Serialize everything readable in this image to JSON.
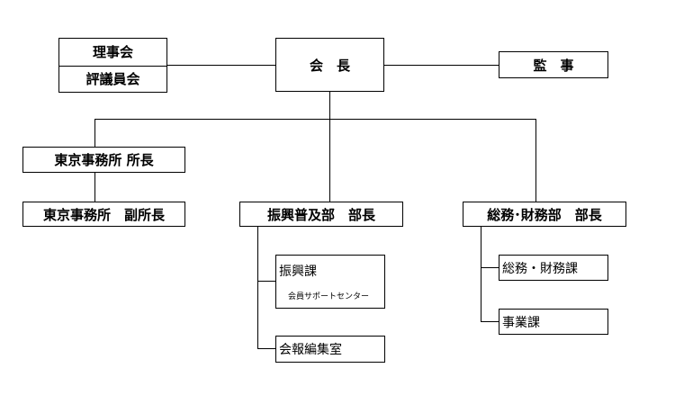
{
  "chart": {
    "president": "会　長",
    "auditor": "監　事",
    "board": {
      "top": "理事会",
      "bottom": "評議員会"
    },
    "tokyo_director": "東京事務所 所長",
    "tokyo_deputy": "東京事務所　副所長",
    "promotion_dept": "振興普及部　部長",
    "general_dept": "総務･財務部　部長",
    "promotion_section": {
      "label": "振興課",
      "note": "会員サポートセンター"
    },
    "newsletter_office": "会報編集室",
    "general_section": "総務・財務課",
    "business_section": "事業課"
  }
}
